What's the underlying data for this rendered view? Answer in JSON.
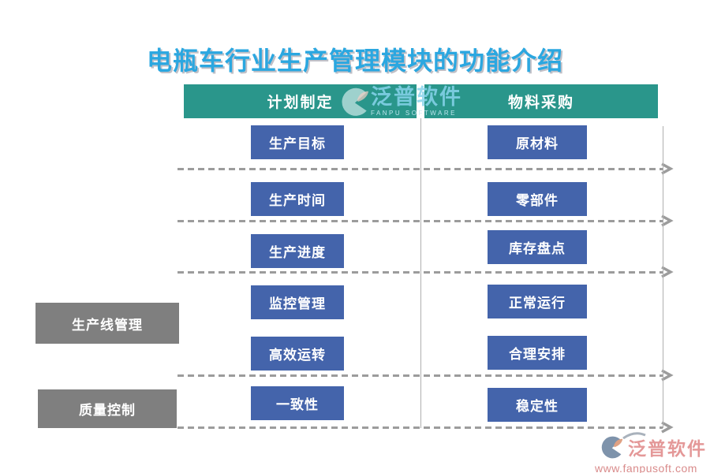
{
  "title": "电瓶车行业生产管理模块的功能介绍",
  "plan": {
    "header": "计划制定",
    "items": [
      "生产目标",
      "生产时间",
      "生产进度",
      "监控管理",
      "高效运转",
      "一致性"
    ]
  },
  "material": {
    "header": "物料采购",
    "items": [
      "原材料",
      "零部件",
      "库存盘点",
      "正常运行",
      "合理安排",
      "稳定性"
    ]
  },
  "side_labels": {
    "production_line": "生产线管理",
    "quality_control": "质量控制"
  },
  "watermark": {
    "brand": "泛普软件",
    "subtitle": "FANPU SOFTWARE"
  },
  "footer": {
    "brand": "泛普软件",
    "url": "www.fanpusoft.com"
  },
  "colors": {
    "title": "#2BA7E0",
    "header_bg": "#2A968B",
    "item_bg": "#4464AB",
    "side_bg": "#7F7F7F",
    "dash_line": "#9C9C9C",
    "divider": "#AFAFAF",
    "brand_text": "#E49898",
    "brand_url": "#D98B8B"
  }
}
